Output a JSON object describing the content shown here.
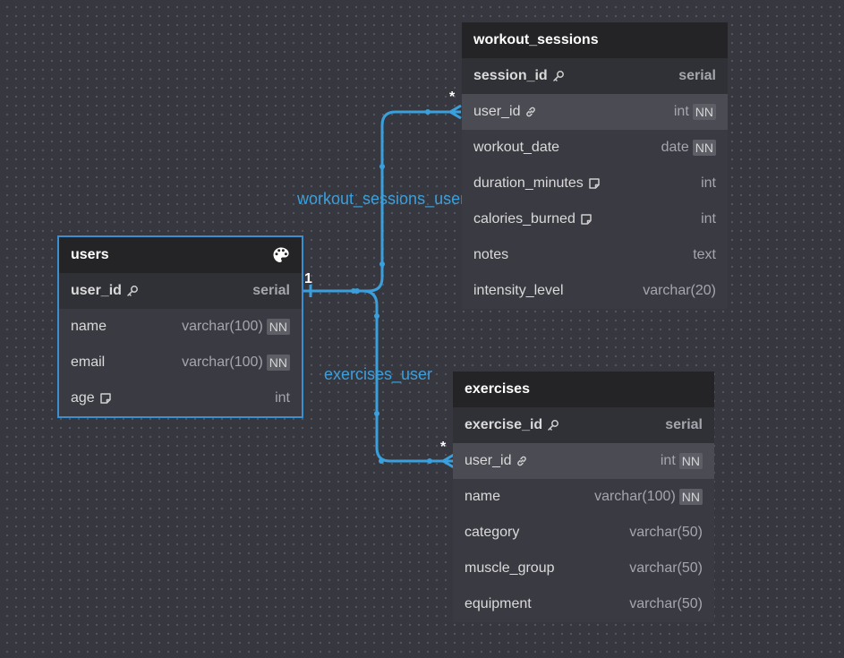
{
  "tables": {
    "users": {
      "name": "users",
      "fields": [
        {
          "name": "user_id",
          "type": "serial",
          "nn": "",
          "pk": true
        },
        {
          "name": "name",
          "type": "varchar(100)",
          "nn": "NN"
        },
        {
          "name": "email",
          "type": "varchar(100)",
          "nn": "NN"
        },
        {
          "name": "age",
          "type": "int",
          "nn": "",
          "note": true
        }
      ]
    },
    "workout_sessions": {
      "name": "workout_sessions",
      "fields": [
        {
          "name": "session_id",
          "type": "serial",
          "nn": "",
          "pk": true
        },
        {
          "name": "user_id",
          "type": "int",
          "nn": "NN",
          "fk": true
        },
        {
          "name": "workout_date",
          "type": "date",
          "nn": "NN"
        },
        {
          "name": "duration_minutes",
          "type": "int",
          "nn": "",
          "note": true
        },
        {
          "name": "calories_burned",
          "type": "int",
          "nn": "",
          "note": true
        },
        {
          "name": "notes",
          "type": "text",
          "nn": ""
        },
        {
          "name": "intensity_level",
          "type": "varchar(20)",
          "nn": ""
        }
      ]
    },
    "exercises": {
      "name": "exercises",
      "fields": [
        {
          "name": "exercise_id",
          "type": "serial",
          "nn": "",
          "pk": true
        },
        {
          "name": "user_id",
          "type": "int",
          "nn": "NN",
          "fk": true
        },
        {
          "name": "name",
          "type": "varchar(100)",
          "nn": "NN"
        },
        {
          "name": "category",
          "type": "varchar(50)",
          "nn": ""
        },
        {
          "name": "muscle_group",
          "type": "varchar(50)",
          "nn": ""
        },
        {
          "name": "equipment",
          "type": "varchar(50)",
          "nn": ""
        }
      ]
    }
  },
  "relationships": {
    "workout_sessions_user": {
      "label": "workout_sessions_user",
      "from_card": "1",
      "to_card": "*"
    },
    "exercises_user": {
      "label": "exercises_user",
      "from_card": "1",
      "to_card": "*"
    }
  },
  "colors": {
    "canvas": "#37383f",
    "relation_line": "#3aa0dd",
    "table_header": "#242426",
    "table_body": "#3a3b42",
    "selected_border": "#3b8fd0"
  }
}
